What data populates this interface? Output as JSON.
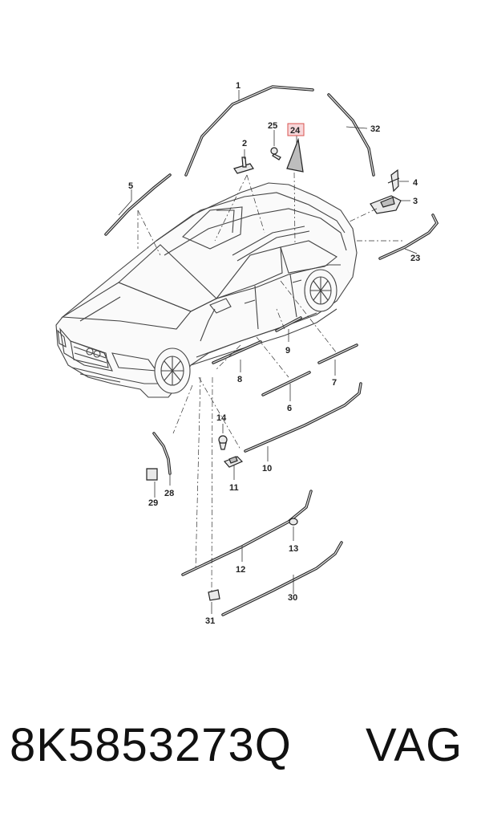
{
  "diagram": {
    "callouts": [
      {
        "id": "c1",
        "label": "1"
      },
      {
        "id": "c2",
        "label": "2"
      },
      {
        "id": "c3",
        "label": "3"
      },
      {
        "id": "c4",
        "label": "4"
      },
      {
        "id": "c5",
        "label": "5"
      },
      {
        "id": "c6",
        "label": "6"
      },
      {
        "id": "c7",
        "label": "7"
      },
      {
        "id": "c8",
        "label": "8"
      },
      {
        "id": "c9",
        "label": "9"
      },
      {
        "id": "c10",
        "label": "10"
      },
      {
        "id": "c11",
        "label": "11"
      },
      {
        "id": "c12",
        "label": "12"
      },
      {
        "id": "c13",
        "label": "13"
      },
      {
        "id": "c14",
        "label": "14"
      },
      {
        "id": "c23",
        "label": "23"
      },
      {
        "id": "c24",
        "label": "24",
        "highlighted": true
      },
      {
        "id": "c25",
        "label": "25"
      },
      {
        "id": "c28",
        "label": "28"
      },
      {
        "id": "c29",
        "label": "29"
      },
      {
        "id": "c30",
        "label": "30"
      },
      {
        "id": "c31",
        "label": "31"
      },
      {
        "id": "c32",
        "label": "32"
      }
    ],
    "highlight_color": "#f7d7da",
    "highlight_border": "#d9534f"
  },
  "footer": {
    "part_number": "8K5853273Q",
    "brand": "VAG"
  }
}
